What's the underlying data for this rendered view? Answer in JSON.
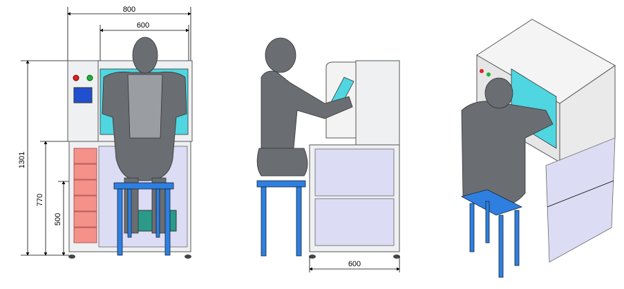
{
  "front_view": {
    "overall_width": "800",
    "inner_width": "600",
    "overall_height": "1301",
    "table_height": "770",
    "seat_height": "500"
  },
  "side_view": {
    "table_depth": "600"
  },
  "colors": {
    "window": "#4fd6e0",
    "stool": "#2f7fe0",
    "drawers": "#f4928a",
    "panels": "#dcdcf4",
    "mannequin": "#6a6e72"
  }
}
